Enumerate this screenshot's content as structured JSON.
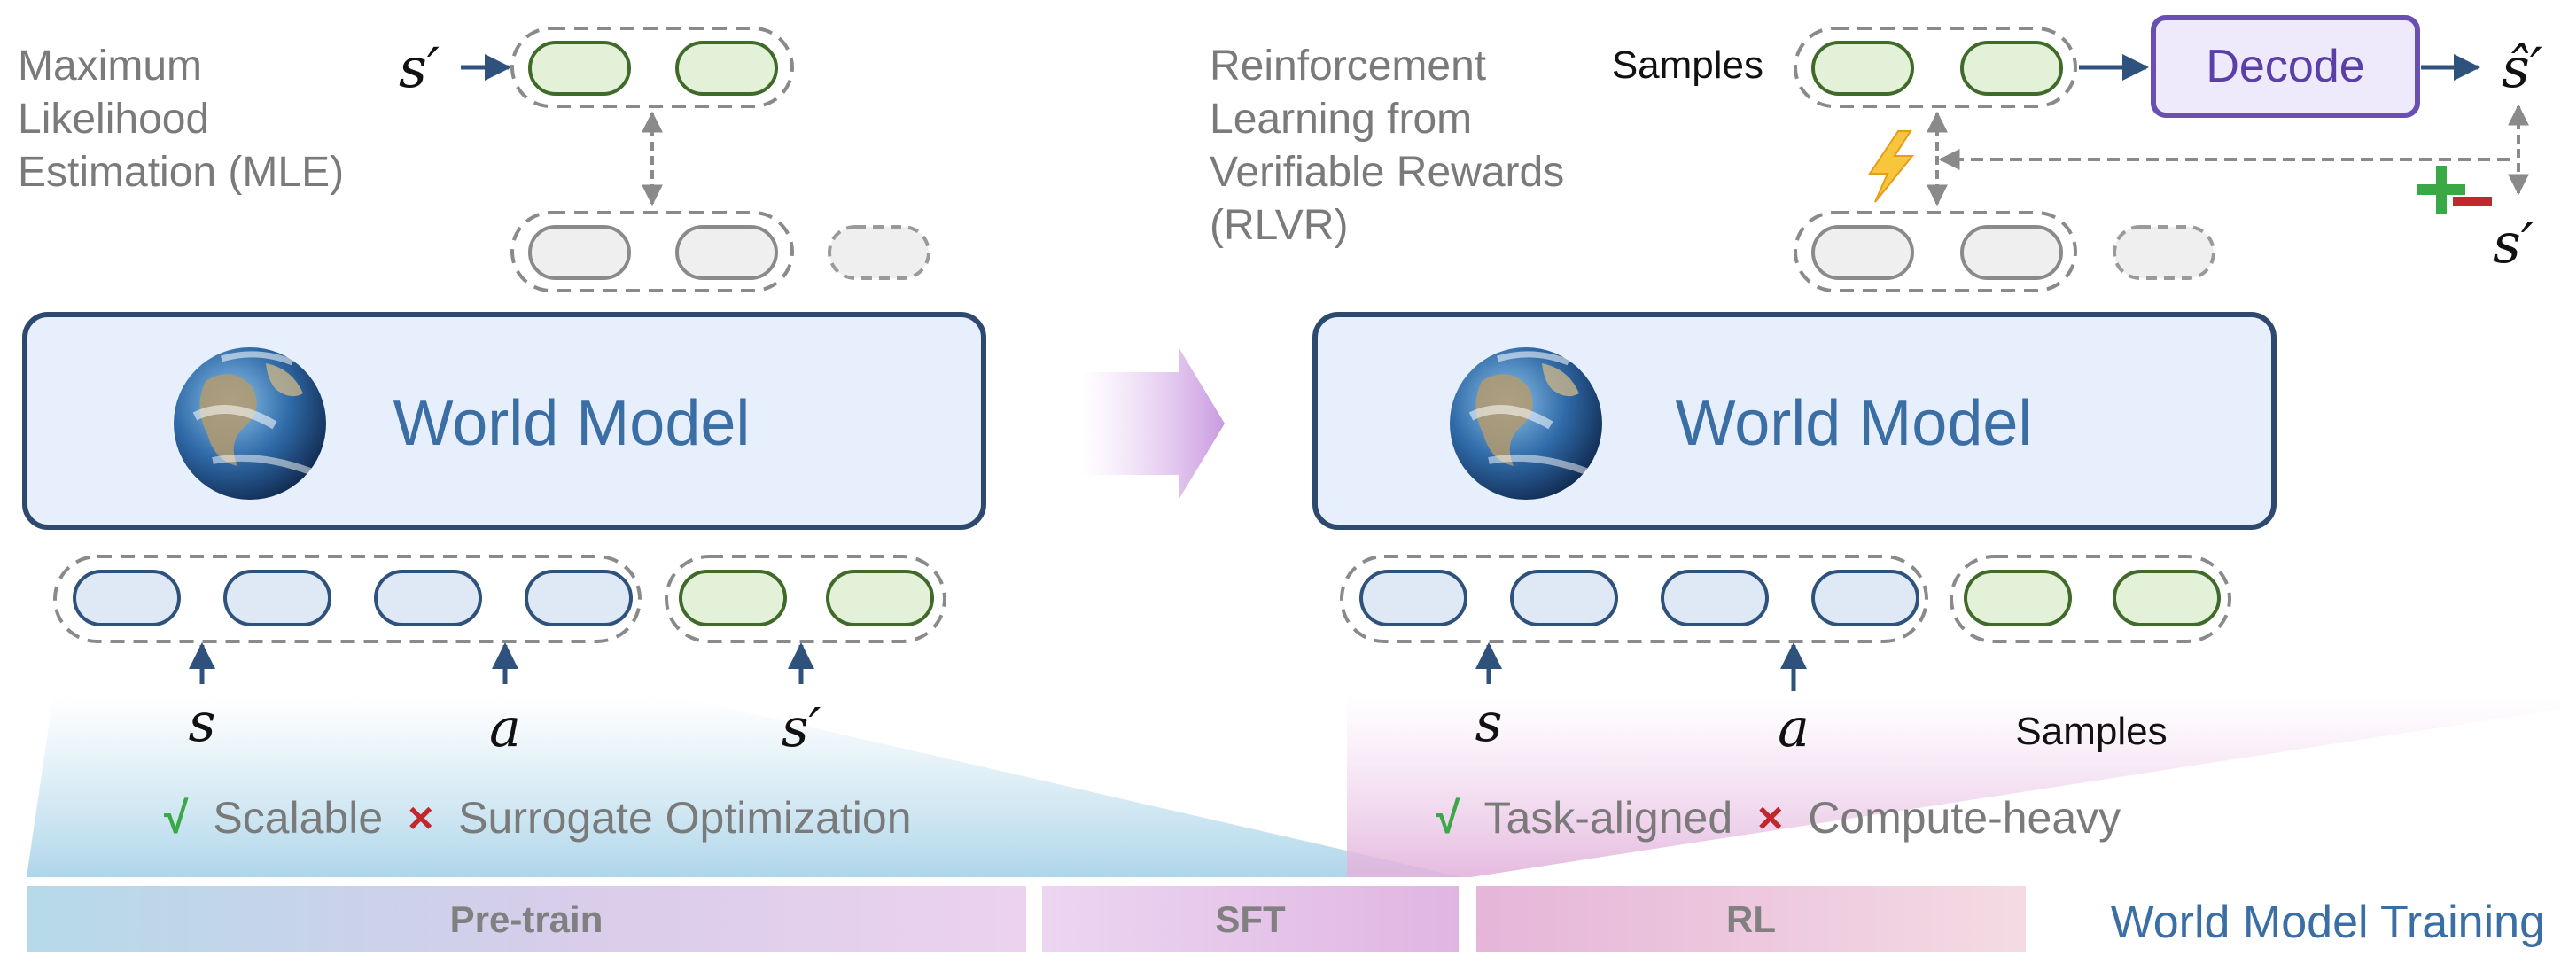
{
  "left": {
    "method_label_lines": [
      "Maximum",
      "Likelihood",
      "Estimation (MLE)"
    ],
    "target_symbol": "s′",
    "model_title": "World Model",
    "input_symbols": [
      "s",
      "a",
      "s′"
    ],
    "pros_mark": "√",
    "pros": "Scalable",
    "cons_mark": "×",
    "cons": "Surrogate Optimization"
  },
  "right": {
    "method_label_lines": [
      "Reinforcement",
      "Learning from",
      "Verifiable Rewards",
      "(RLVR)"
    ],
    "samples_top_label": "Samples",
    "decode_label": "Decode",
    "decoded_symbol": "ŝ′",
    "target_symbol": "s′",
    "model_title": "World Model",
    "input_symbols": [
      "s",
      "a"
    ],
    "samples_bottom_label": "Samples",
    "pros_mark": "√",
    "pros": "Task-aligned",
    "cons_mark": "×",
    "cons": "Compute-heavy"
  },
  "stages": [
    {
      "label": "Pre-train"
    },
    {
      "label": "SFT"
    },
    {
      "label": "RL"
    }
  ],
  "training_label": "World Model Training",
  "colors": {
    "accent_blue": "#3a6ea5",
    "token_blue_fill": "#dfe9f6",
    "token_green_fill": "#e3f1d8",
    "token_green_stroke": "#3f6a2a",
    "decode_purple": "#6a4fb3",
    "check_green": "#3aa845",
    "cross_red": "#c0282d"
  }
}
